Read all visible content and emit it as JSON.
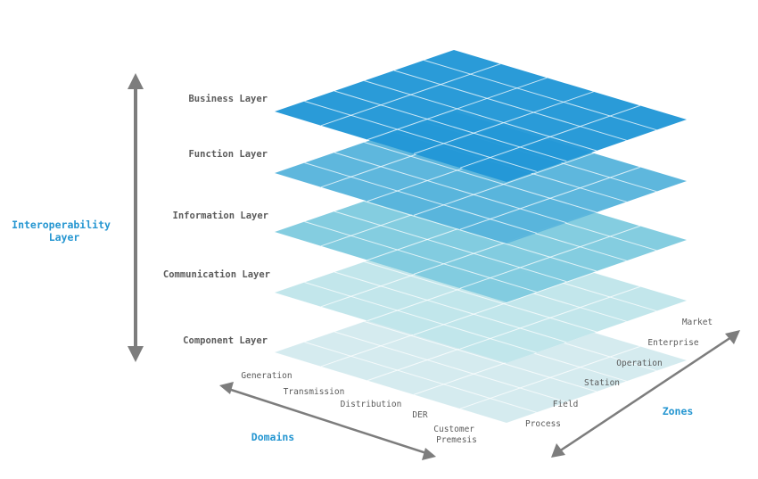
{
  "axis_titles": {
    "interoperability": [
      "Interoperability",
      "Layer"
    ],
    "domains": "Domains",
    "zones": "Zones"
  },
  "layers": [
    {
      "label": "Component Layer",
      "color": "#d3eaee"
    },
    {
      "label": "Communication Layer",
      "color": "#bfe5ea"
    },
    {
      "label": "Information Layer",
      "color": "#7fcbdf"
    },
    {
      "label": "Function Layer",
      "color": "#57b4dc"
    },
    {
      "label": "Business Layer",
      "color": "#2197d6"
    }
  ],
  "domains": [
    "Generation",
    "Transmission",
    "Distribution",
    "DER",
    [
      "Customer",
      "Premesis"
    ]
  ],
  "zones": [
    "Process",
    "Field",
    "Station",
    "Operation",
    "Enterprise",
    "Market"
  ],
  "colors": {
    "arrow": "#7d7d7d",
    "accent": "#2596d1",
    "gridline": "#ffffff",
    "text": "#5b5b5b"
  }
}
